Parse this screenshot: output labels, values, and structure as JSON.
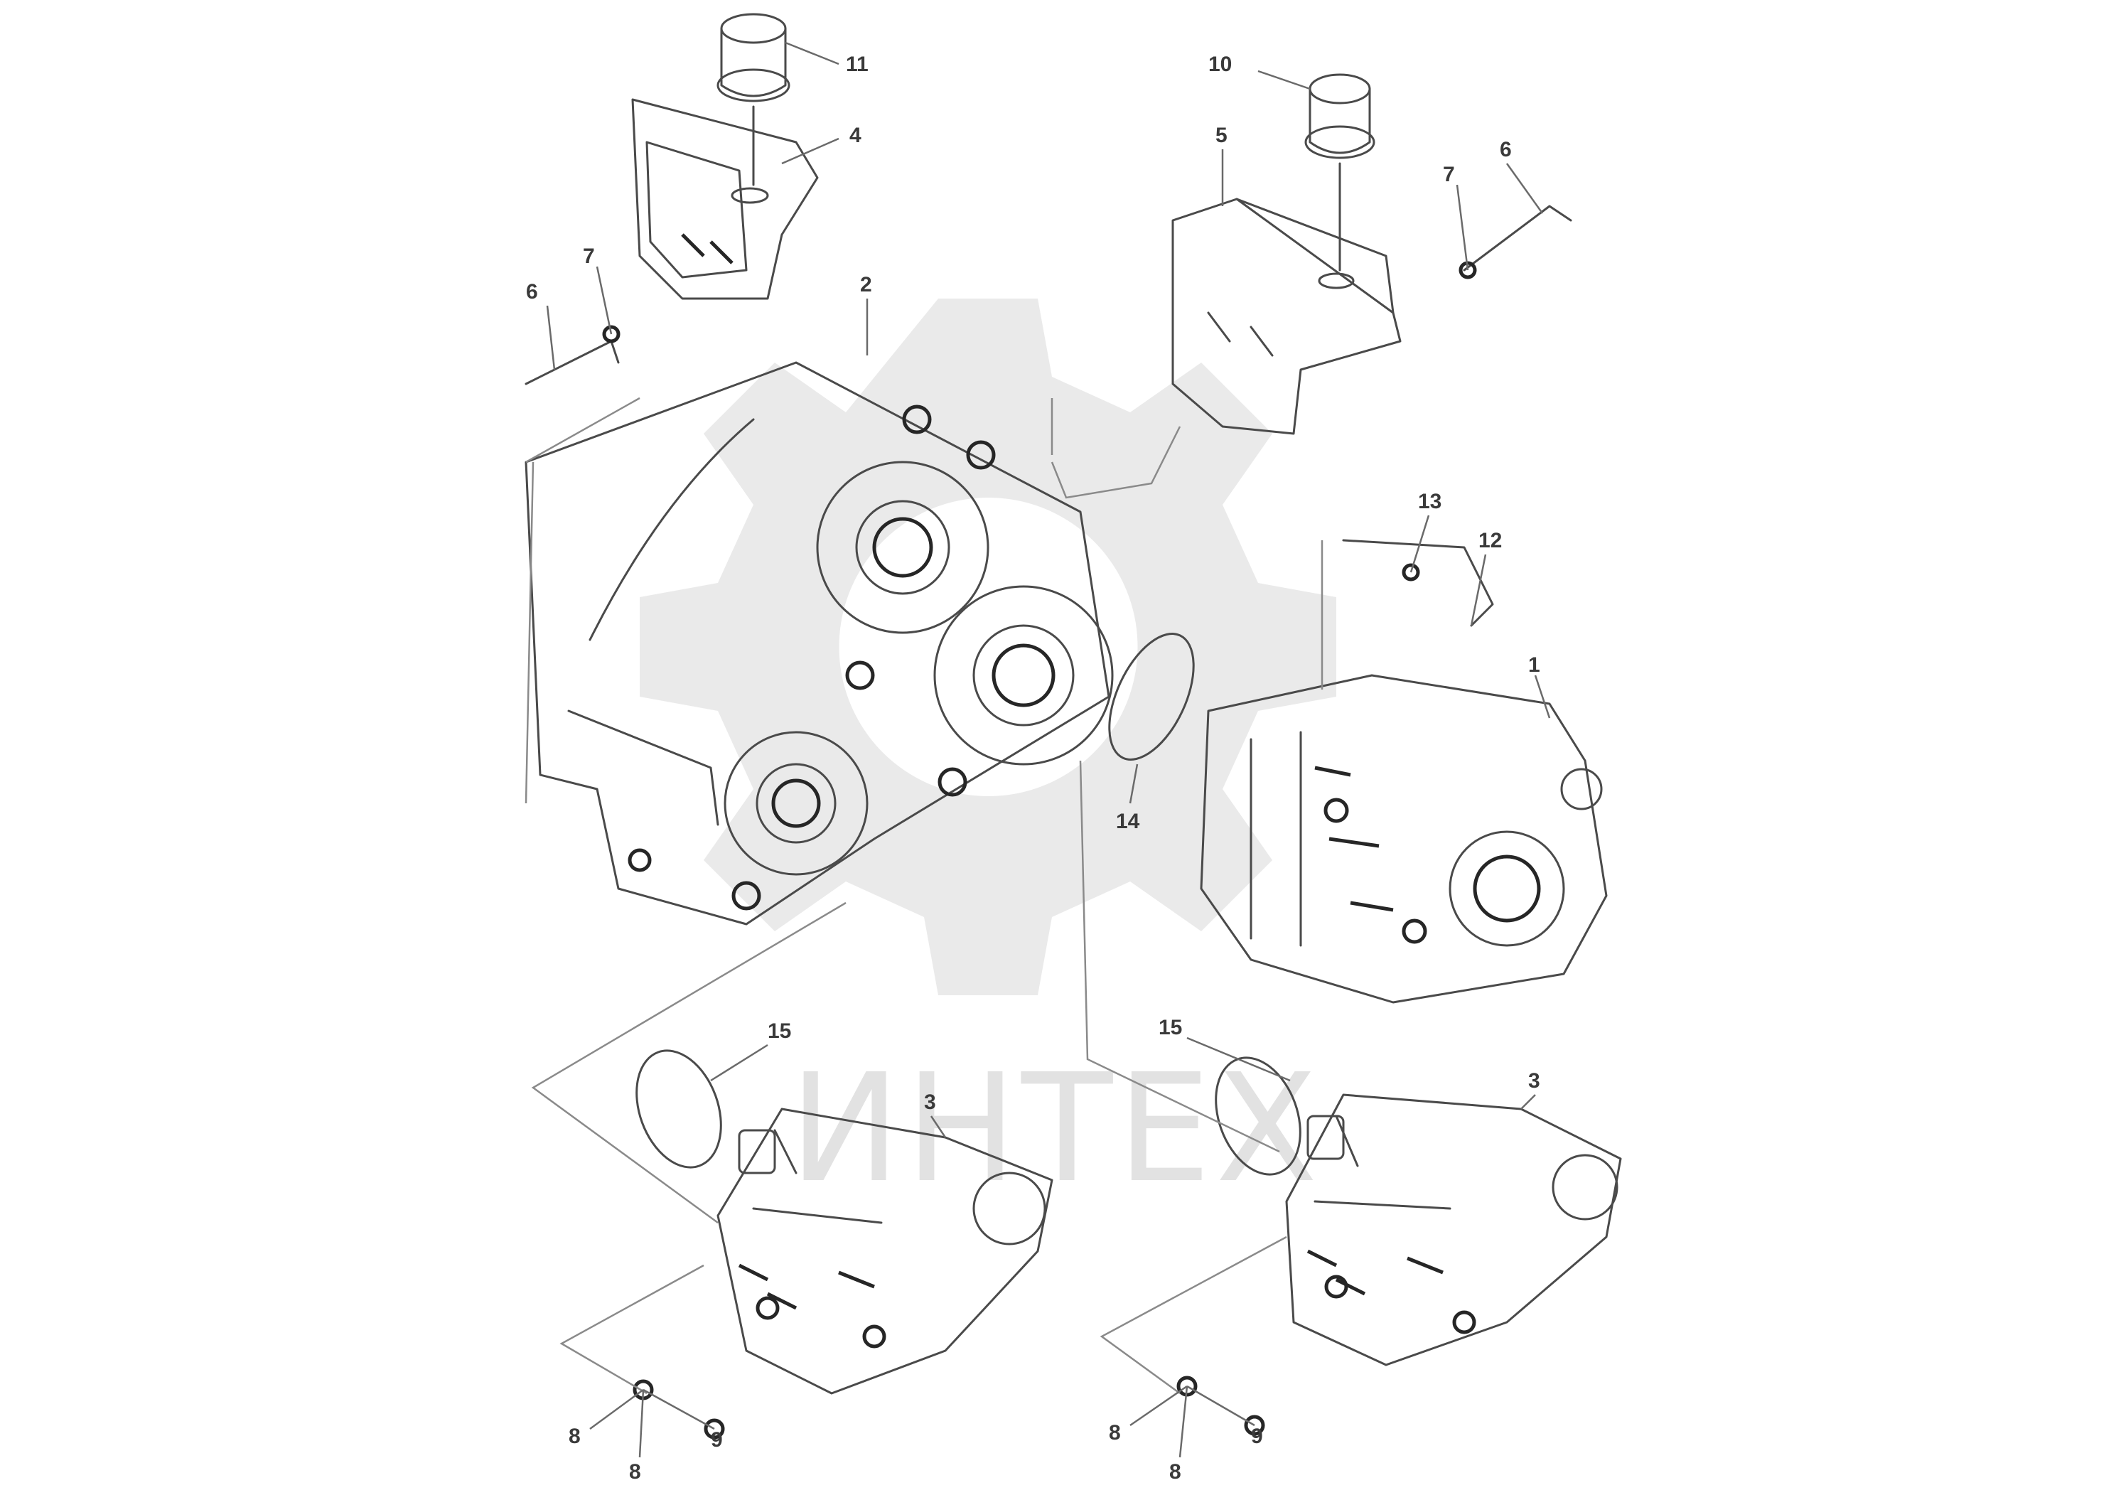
{
  "watermark": {
    "text": "ИНТЕХ",
    "color": "#d4d4d4"
  },
  "callouts": {
    "c1": "11",
    "c2": "4",
    "c3": "7",
    "c4": "6",
    "c5": "2",
    "c6": "10",
    "c7": "5",
    "c8": "7",
    "c9": "6",
    "c10": "13",
    "c11": "12",
    "c12": "1",
    "c13": "14",
    "c14": "15",
    "c15": "15",
    "c16": "3",
    "c17": "3",
    "c18": "8",
    "c19": "9",
    "c20": "8",
    "c21": "8",
    "c22": "9",
    "c23": "8"
  },
  "colors": {
    "line": "#4a4a4a",
    "ink": "#262626",
    "background": "#ffffff"
  }
}
